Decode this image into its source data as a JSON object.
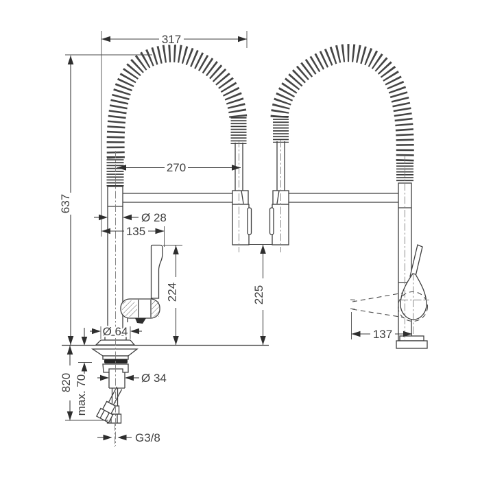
{
  "drawing": {
    "units": "mm",
    "colors": {
      "line": "#3d3d3d",
      "text": "#3f3f3f",
      "background": "#ffffff"
    },
    "dims": {
      "spout_span": "317",
      "height_above_deck": "637",
      "hose_span": "270",
      "pipe_diameter": "Ø 28",
      "front_offset": "135",
      "handle_height": "224",
      "spray_height": "225",
      "base_diameter": "Ø 64",
      "hose_length_below": "820",
      "max_deck_thickness": "max. 70",
      "shank_diameter": "Ø 34",
      "supply_thread": "G3/8",
      "handle_reach": "137"
    }
  }
}
